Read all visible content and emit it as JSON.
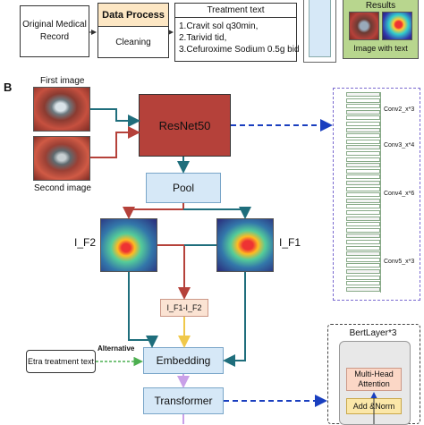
{
  "panel_a": {
    "original_record": [
      "Original Medical",
      "Record"
    ],
    "data_process_title": "Data Process",
    "cleaning": "Cleaning",
    "treatment_text_title": "Treatment text",
    "treatment_lines": [
      "1.Cravit sol q30min,",
      "2.Tarivid tid,",
      "3.Cefuroxime Sodium 0.5g bid"
    ],
    "results_title": "Results",
    "image_with_text": "Image with text"
  },
  "panel_b": {
    "label": "B",
    "first_image": "First image",
    "second_image": "Second image",
    "resnet": "ResNet50",
    "pool": "Pool",
    "if2": "I_F2",
    "if1": "I_F1",
    "diff": "I_F1-I_F2",
    "embedding": "Embedding",
    "transformer": "Transformer",
    "extra_text": "Etra treatment text",
    "alternative": "Alternative",
    "conv_labels": [
      "Conv2_x*3",
      "Conv3_x*4",
      "Conv4_x*6",
      "Conv5_x*3"
    ],
    "bert_title": "BertLayer*3",
    "multihead": [
      "Multi-Head",
      "Attention"
    ],
    "addnorm": "Add &Norm"
  },
  "colors": {
    "resnet": "#b5413a",
    "light_blue": "#d6e8f7",
    "data_process": "#fde7c4",
    "diff_box": "#fbe3d3",
    "results_green": "#b8d68e",
    "arrow_teal": "#1f6e7c",
    "arrow_red": "#b5413a",
    "dashed_blue": "#1a3fbf",
    "alt_green": "#4caf50"
  }
}
